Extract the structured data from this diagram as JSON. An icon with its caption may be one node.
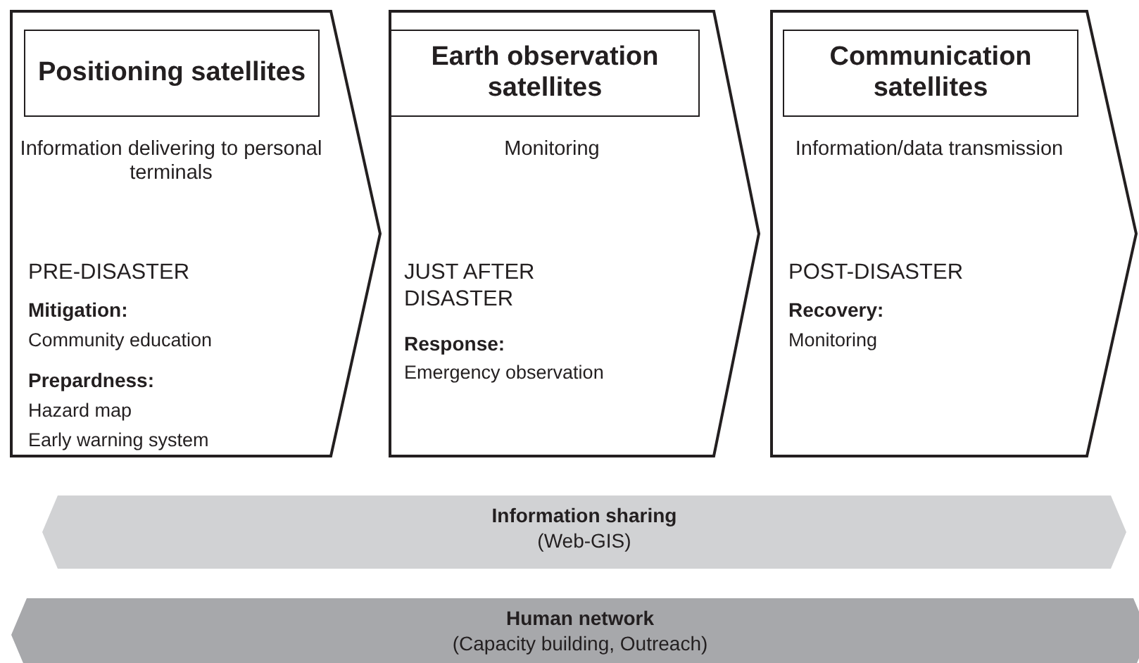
{
  "diagram": {
    "nodes": [
      {
        "text": [
          "Information delivering to personal terminals",
          "PRE-DISASTER",
          "Mitigation:",
          "Community education",
          "Prepardness:",
          "Hazard map",
          "Early warning system"
        ]
      },
      {
        "text": [
          "Positioning satellites"
        ],
        "in": 0
      },
      {
        "text": [
          "Monitoring",
          "JUST AFTER DISASTER",
          "Response:",
          "Emergency observation"
        ]
      },
      {
        "text": [
          "Earth observation satellites"
        ],
        "in": 2
      },
      {
        "text": [
          "Information/data transmission",
          "POST-DISASTER",
          "Recovery:",
          "Monitoring"
        ]
      },
      {
        "text": [
          "Communication satellites"
        ],
        "in": 4
      },
      {
        "text": [
          "Information sharing",
          "(Web-GIS)"
        ]
      },
      {
        "text": [
          "Human network",
          "(Capacity building, Outreach)"
        ]
      }
    ]
  }
}
